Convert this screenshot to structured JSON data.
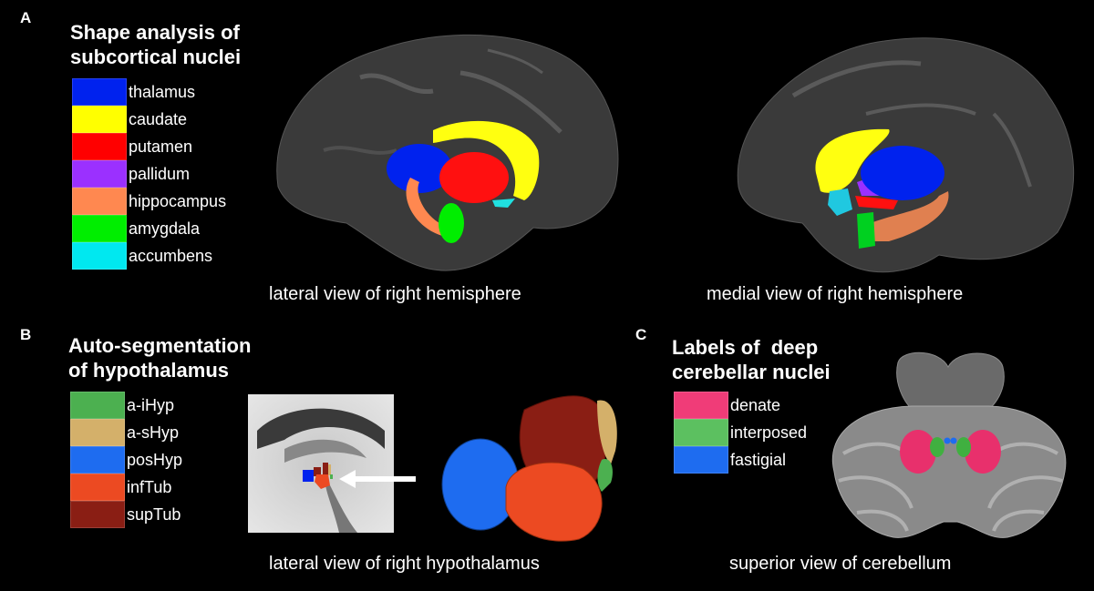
{
  "panels": {
    "A": {
      "letter": "A",
      "title_line1": "Shape analysis of",
      "title_line2": "subcortical nuclei",
      "legend": [
        {
          "label": "thalamus",
          "color": "#0022ee"
        },
        {
          "label": "caudate",
          "color": "#ffff00"
        },
        {
          "label": "putamen",
          "color": "#ff0000"
        },
        {
          "label": "pallidum",
          "color": "#9b30ff"
        },
        {
          "label": "hippocampus",
          "color": "#ff8850"
        },
        {
          "label": "amygdala",
          "color": "#00ee00"
        },
        {
          "label": "accumbens",
          "color": "#00e8f0"
        }
      ],
      "caption_left": "lateral view of right hemisphere",
      "caption_right": "medial view of right hemisphere"
    },
    "B": {
      "letter": "B",
      "title_line1": "Auto-segmentation",
      "title_line2": "of hypothalamus",
      "legend": [
        {
          "label": "a-iHyp",
          "color": "#4cb050"
        },
        {
          "label": "a-sHyp",
          "color": "#d4b06a"
        },
        {
          "label": "posHyp",
          "color": "#1e6cf0"
        },
        {
          "label": "infTub",
          "color": "#ec4a22"
        },
        {
          "label": "supTub",
          "color": "#8a1e14"
        }
      ],
      "caption": "lateral view of right hypothalamus"
    },
    "C": {
      "letter": "C",
      "title_line1": "Labels of  deep",
      "title_line2": "cerebellar nuclei",
      "legend": [
        {
          "label": "denate",
          "color": "#f03c78"
        },
        {
          "label": "interposed",
          "color": "#5cc060"
        },
        {
          "label": "fastigial",
          "color": "#1e6cf0"
        }
      ],
      "caption": "superior view of cerebellum"
    }
  }
}
